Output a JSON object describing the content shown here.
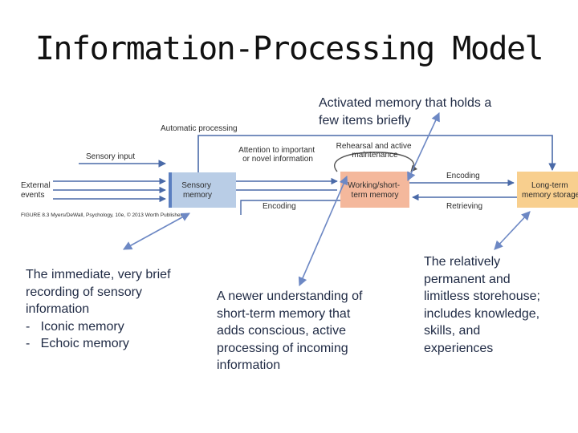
{
  "slide": {
    "title": "Information-Processing Model"
  },
  "diagram": {
    "automatic_processing": "Automatic processing",
    "sensory_input": "Sensory input",
    "external_events": [
      "External",
      "events"
    ],
    "sensory_memory": [
      "Sensory",
      "memory"
    ],
    "attention": [
      "Attention to important",
      "or novel information"
    ],
    "rehearsal": [
      "Rehearsal and active",
      "maintenance"
    ],
    "working_memory": [
      "Working/short-",
      "term memory"
    ],
    "encoding_left": "Encoding",
    "encoding_right": "Encoding",
    "retrieving": "Retrieving",
    "long_term_memory": [
      "Long-term",
      "memory storage"
    ],
    "credit": "FIGURE 8.3 Myers/DeWall, Psychology, 10e, © 2013 Worth Publishers",
    "colors": {
      "sensory_box": "#b9cde6",
      "sensory_accent": "#5b7fc0",
      "working_box": "#f4b89c",
      "longterm_box": "#f8cf8e",
      "arrow": "#4a6aa8",
      "pointer": "#6d88c4"
    }
  },
  "notes": {
    "working_memory_note": [
      "Activated memory that holds a",
      "few items briefly"
    ],
    "sensory_note": [
      "The immediate, very brief",
      "recording of sensory",
      "information",
      "-   Iconic memory",
      "-   Echoic memory"
    ],
    "stm_note": [
      "A newer understanding of",
      "short-term memory that",
      "adds conscious, active",
      "processing of incoming",
      "information"
    ],
    "ltm_note": [
      "The relatively",
      "permanent and",
      "limitless storehouse;",
      "includes knowledge,",
      "skills, and",
      "experiences"
    ]
  }
}
